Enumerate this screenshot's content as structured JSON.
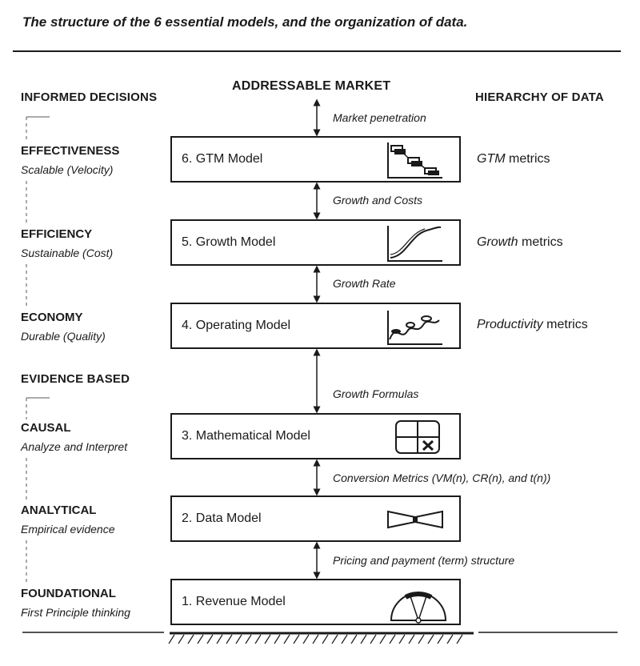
{
  "title": "The structure of the 6 essential models, and the organization of data.",
  "headers": {
    "left": "INFORMED DECISIONS",
    "center": "ADDRESSABLE MARKET",
    "right": "HIERARCHY OF DATA",
    "evidence": "EVIDENCE BASED"
  },
  "levels": [
    {
      "name": "EFFECTIVENESS",
      "sub": "Scalable (Velocity)"
    },
    {
      "name": "EFFICIENCY",
      "sub": "Sustainable (Cost)"
    },
    {
      "name": "ECONOMY",
      "sub": "Durable (Quality)"
    },
    {
      "name": "CAUSAL",
      "sub": "Analyze and Interpret"
    },
    {
      "name": "ANALYTICAL",
      "sub": "Empirical evidence"
    },
    {
      "name": "FOUNDATIONAL",
      "sub": "First Principle thinking"
    }
  ],
  "models": [
    {
      "label": "6. GTM Model",
      "icon": "gantt-icon"
    },
    {
      "label": "5. Growth Model",
      "icon": "s-curve-icon"
    },
    {
      "label": "4. Operating Model",
      "icon": "wave-chart-icon"
    },
    {
      "label": "3. Mathematical Model",
      "icon": "grid-x-icon"
    },
    {
      "label": "2. Data Model",
      "icon": "bowtie-icon"
    },
    {
      "label": "1. Revenue Model",
      "icon": "gauge-icon"
    }
  ],
  "connectors": [
    "Market penetration",
    "Growth and Costs",
    "Growth Rate",
    "Growth Formulas",
    "Conversion Metrics (VM(n), CR(n), and t(n))",
    "Pricing and payment (term) structure"
  ],
  "metrics": [
    {
      "emph": "GTM",
      "rest": " metrics"
    },
    {
      "emph": "Growth",
      "rest": " metrics"
    },
    {
      "emph": "Productivity",
      "rest": " metrics"
    }
  ]
}
